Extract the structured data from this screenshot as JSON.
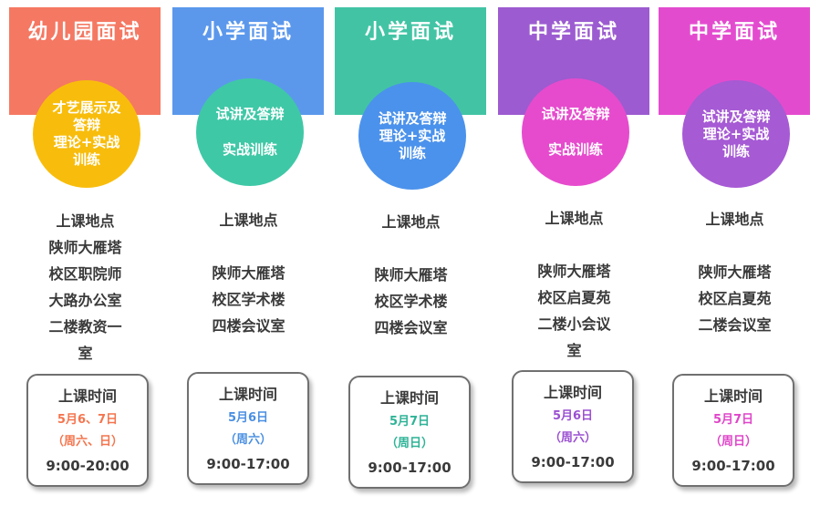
{
  "columns": [
    {
      "title": "幼儿园面试",
      "header_color": "#f57862",
      "circle_color": "#f8bd0c",
      "accent_color": "#f4754e",
      "circle_lines": [
        "才艺展示及",
        "答辩",
        "理论+实战",
        "训练"
      ],
      "location_lines": [
        "上课地点",
        "陕师大雁塔",
        "校区职院师",
        "大路办公室",
        "二楼教资一",
        "室"
      ],
      "time_label": "上课时间",
      "date": "5月6、7日",
      "weekday": "（周六、日）",
      "hours": "9:00-20:00"
    },
    {
      "title": "小学面试",
      "header_color": "#5b98ec",
      "circle_color": "#3fc8a6",
      "accent_color": "#4a8fe2",
      "circle_lines": [
        "试讲及答辩",
        "实战训练"
      ],
      "location_lines": [
        "上课地点",
        "陕师大雁塔",
        "校区学术楼",
        "四楼会议室"
      ],
      "time_label": "上课时间",
      "date": "5月6日",
      "weekday": "（周六）",
      "hours": "9:00-17:00"
    },
    {
      "title": "小学面试",
      "header_color": "#42c4a4",
      "circle_color": "#4b92ec",
      "accent_color": "#2eb396",
      "circle_lines": [
        "试讲及答辩",
        "理论+实战",
        "训练"
      ],
      "location_lines": [
        "上课地点",
        "陕师大雁塔",
        "校区学术楼",
        "四楼会议室"
      ],
      "time_label": "上课时间",
      "date": "5月7日",
      "weekday": "（周日）",
      "hours": "9:00-17:00"
    },
    {
      "title": "中学面试",
      "header_color": "#9c5bd0",
      "circle_color": "#e64bcd",
      "accent_color": "#9b50d2",
      "circle_lines": [
        "试讲及答辩",
        "实战训练"
      ],
      "location_lines": [
        "上课地点",
        "陕师大雁塔",
        "校区启夏苑",
        "二楼小会议",
        "室"
      ],
      "time_label": "上课时间",
      "date": "5月6日",
      "weekday": "（周六）",
      "hours": "9:00-17:00"
    },
    {
      "title": "中学面试",
      "header_color": "#e34bcf",
      "circle_color": "#a65ad4",
      "accent_color": "#df45c9",
      "circle_lines": [
        "试讲及答辩",
        "理论+实战",
        "训练"
      ],
      "location_lines": [
        "上课地点",
        "陕师大雁塔",
        "校区启夏苑",
        "二楼会议室"
      ],
      "time_label": "上课时间",
      "date": "5月7日",
      "weekday": "（周日）",
      "hours": "9:00-17:00"
    }
  ]
}
